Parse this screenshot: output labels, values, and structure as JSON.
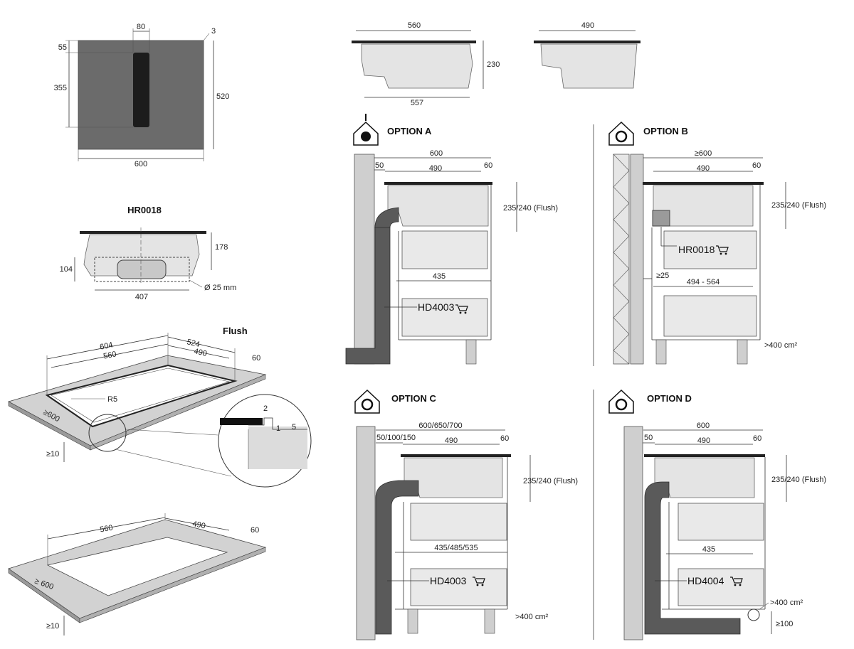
{
  "hob_top": {
    "width": "600",
    "depth": "520",
    "zone_width": "80",
    "offset_top": "55",
    "zone_length": "355",
    "edge": "3"
  },
  "hr0018": {
    "title": "HR0018",
    "height": "178",
    "box_height": "104",
    "box_width": "407",
    "hole": "Ø 25 mm"
  },
  "flush": {
    "title": "Flush",
    "d604": "604",
    "d524": "524",
    "d560": "560",
    "d490": "490",
    "d60": "60",
    "r5": "R5",
    "d600": "≥600",
    "d10": "≥10",
    "d2": "2",
    "d1": "1",
    "d5": "5"
  },
  "cutout": {
    "d560": "560",
    "d490": "490",
    "d60": "60",
    "d600": "≥ 600",
    "d10": "≥10"
  },
  "side_views": {
    "front_width": "560",
    "front_bottom": "557",
    "height": "230",
    "side_width": "490"
  },
  "option_a": {
    "title": "OPTION A",
    "w600": "600",
    "w50": "50",
    "w490": "490",
    "w60": "60",
    "h235": "235/240 (Flush)",
    "d435": "435",
    "part": "HD4003"
  },
  "option_b": {
    "title": "OPTION B",
    "w600": "≥600",
    "w490": "490",
    "w60": "60",
    "h235": "235/240 (Flush)",
    "part": "HR0018",
    "gap": "≥25",
    "range": "494 - 564",
    "vent": ">400 cm²"
  },
  "option_c": {
    "title": "OPTION C",
    "w600": "600/650/700",
    "w50": "50/100/150",
    "w490": "490",
    "w60": "60",
    "h235": "235/240 (Flush)",
    "d435": "435/485/535",
    "part": "HD4003",
    "vent": ">400 cm²"
  },
  "option_d": {
    "title": "OPTION D",
    "w600": "600",
    "w50": "50",
    "w490": "490",
    "w60": "60",
    "h235": "235/240 (Flush)",
    "d435": "435",
    "part": "HD4004",
    "vent": ">400 cm²",
    "plinth": "≥100"
  },
  "icons": [
    "house-exhaust-icon",
    "house-recirculation-icon",
    "shopping-cart-icon"
  ],
  "colors": {
    "hob_surface": "#6b6b6b",
    "duct": "#5a5a5a",
    "wall": "#cfcfcf"
  }
}
